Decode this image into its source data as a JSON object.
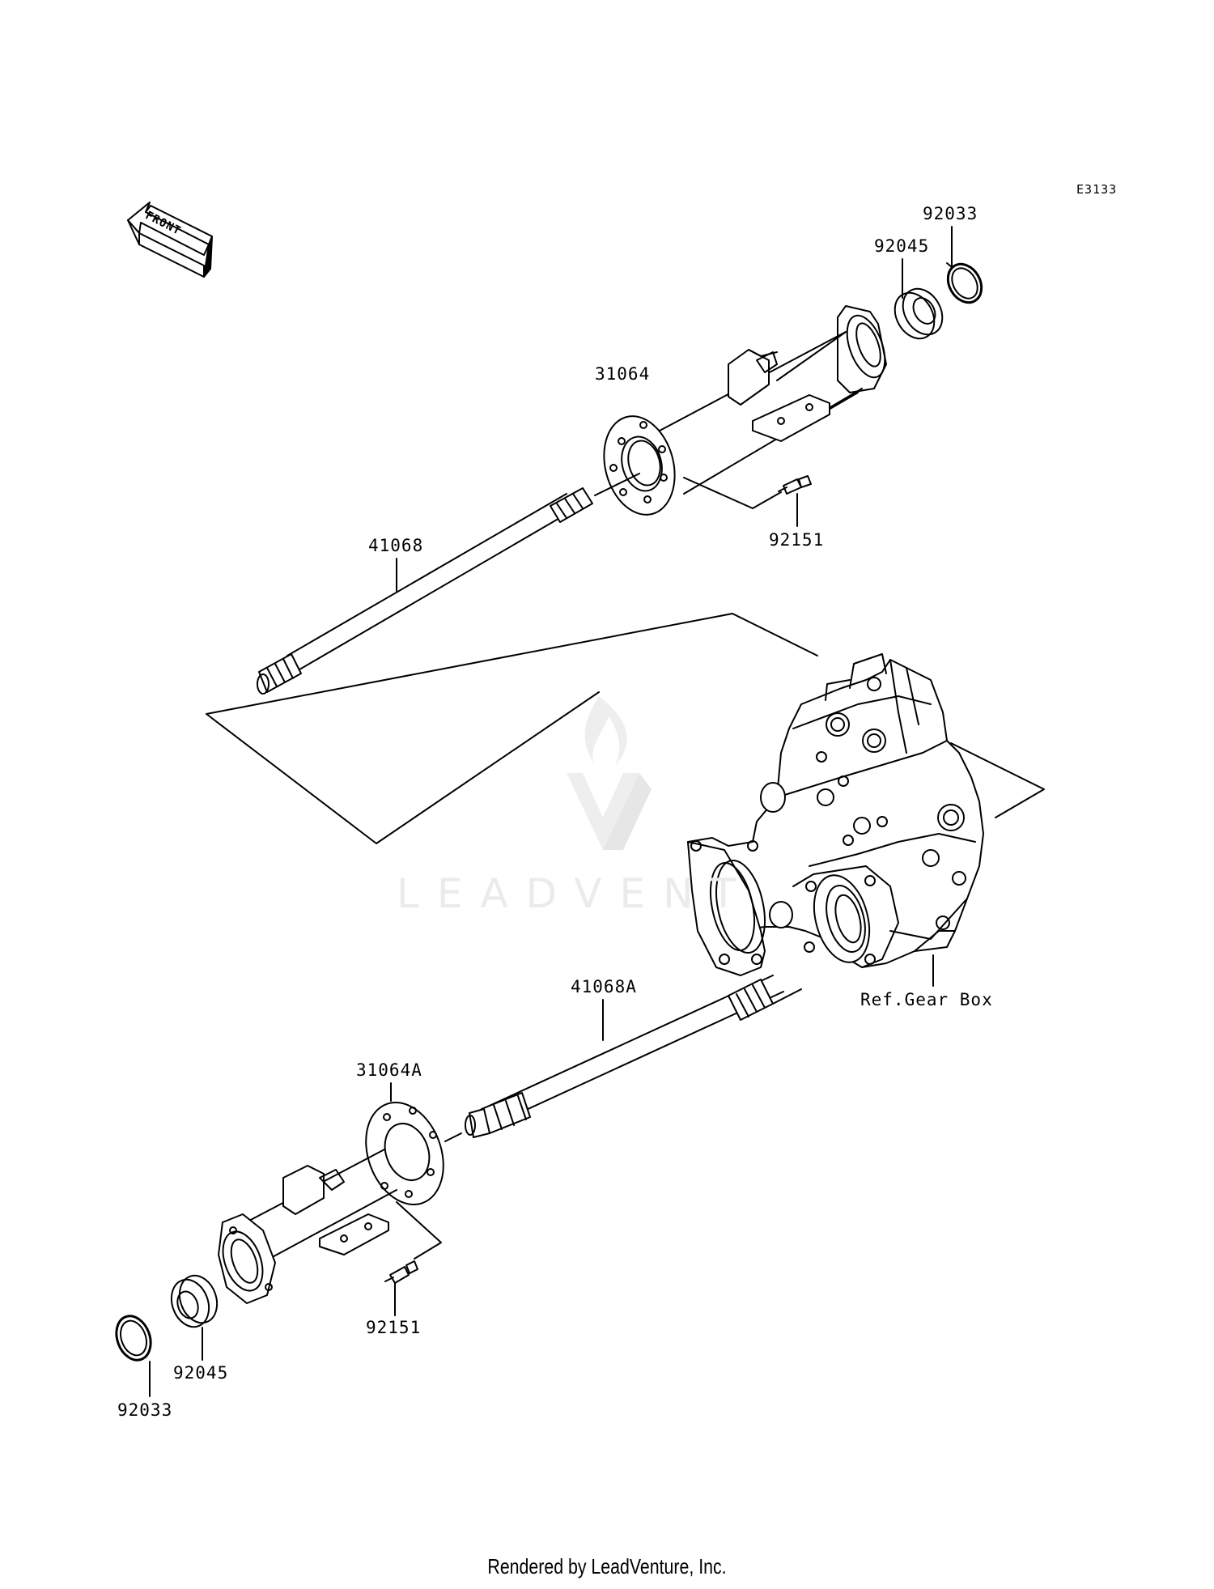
{
  "diagram_code": "E3133",
  "front_label": "FRONT",
  "watermark": "LEADVENT",
  "footer": "Rendered by LeadVenture, Inc.",
  "parts": {
    "top_circlip": "92033",
    "top_bearing": "92045",
    "top_housing": "31064",
    "top_bolt": "92151",
    "top_shaft": "41068",
    "gear_box_ref": "Ref.Gear Box",
    "bottom_shaft": "41068A",
    "bottom_housing": "31064A",
    "bottom_bolt": "92151",
    "bottom_bearing": "92045",
    "bottom_circlip": "92033"
  }
}
